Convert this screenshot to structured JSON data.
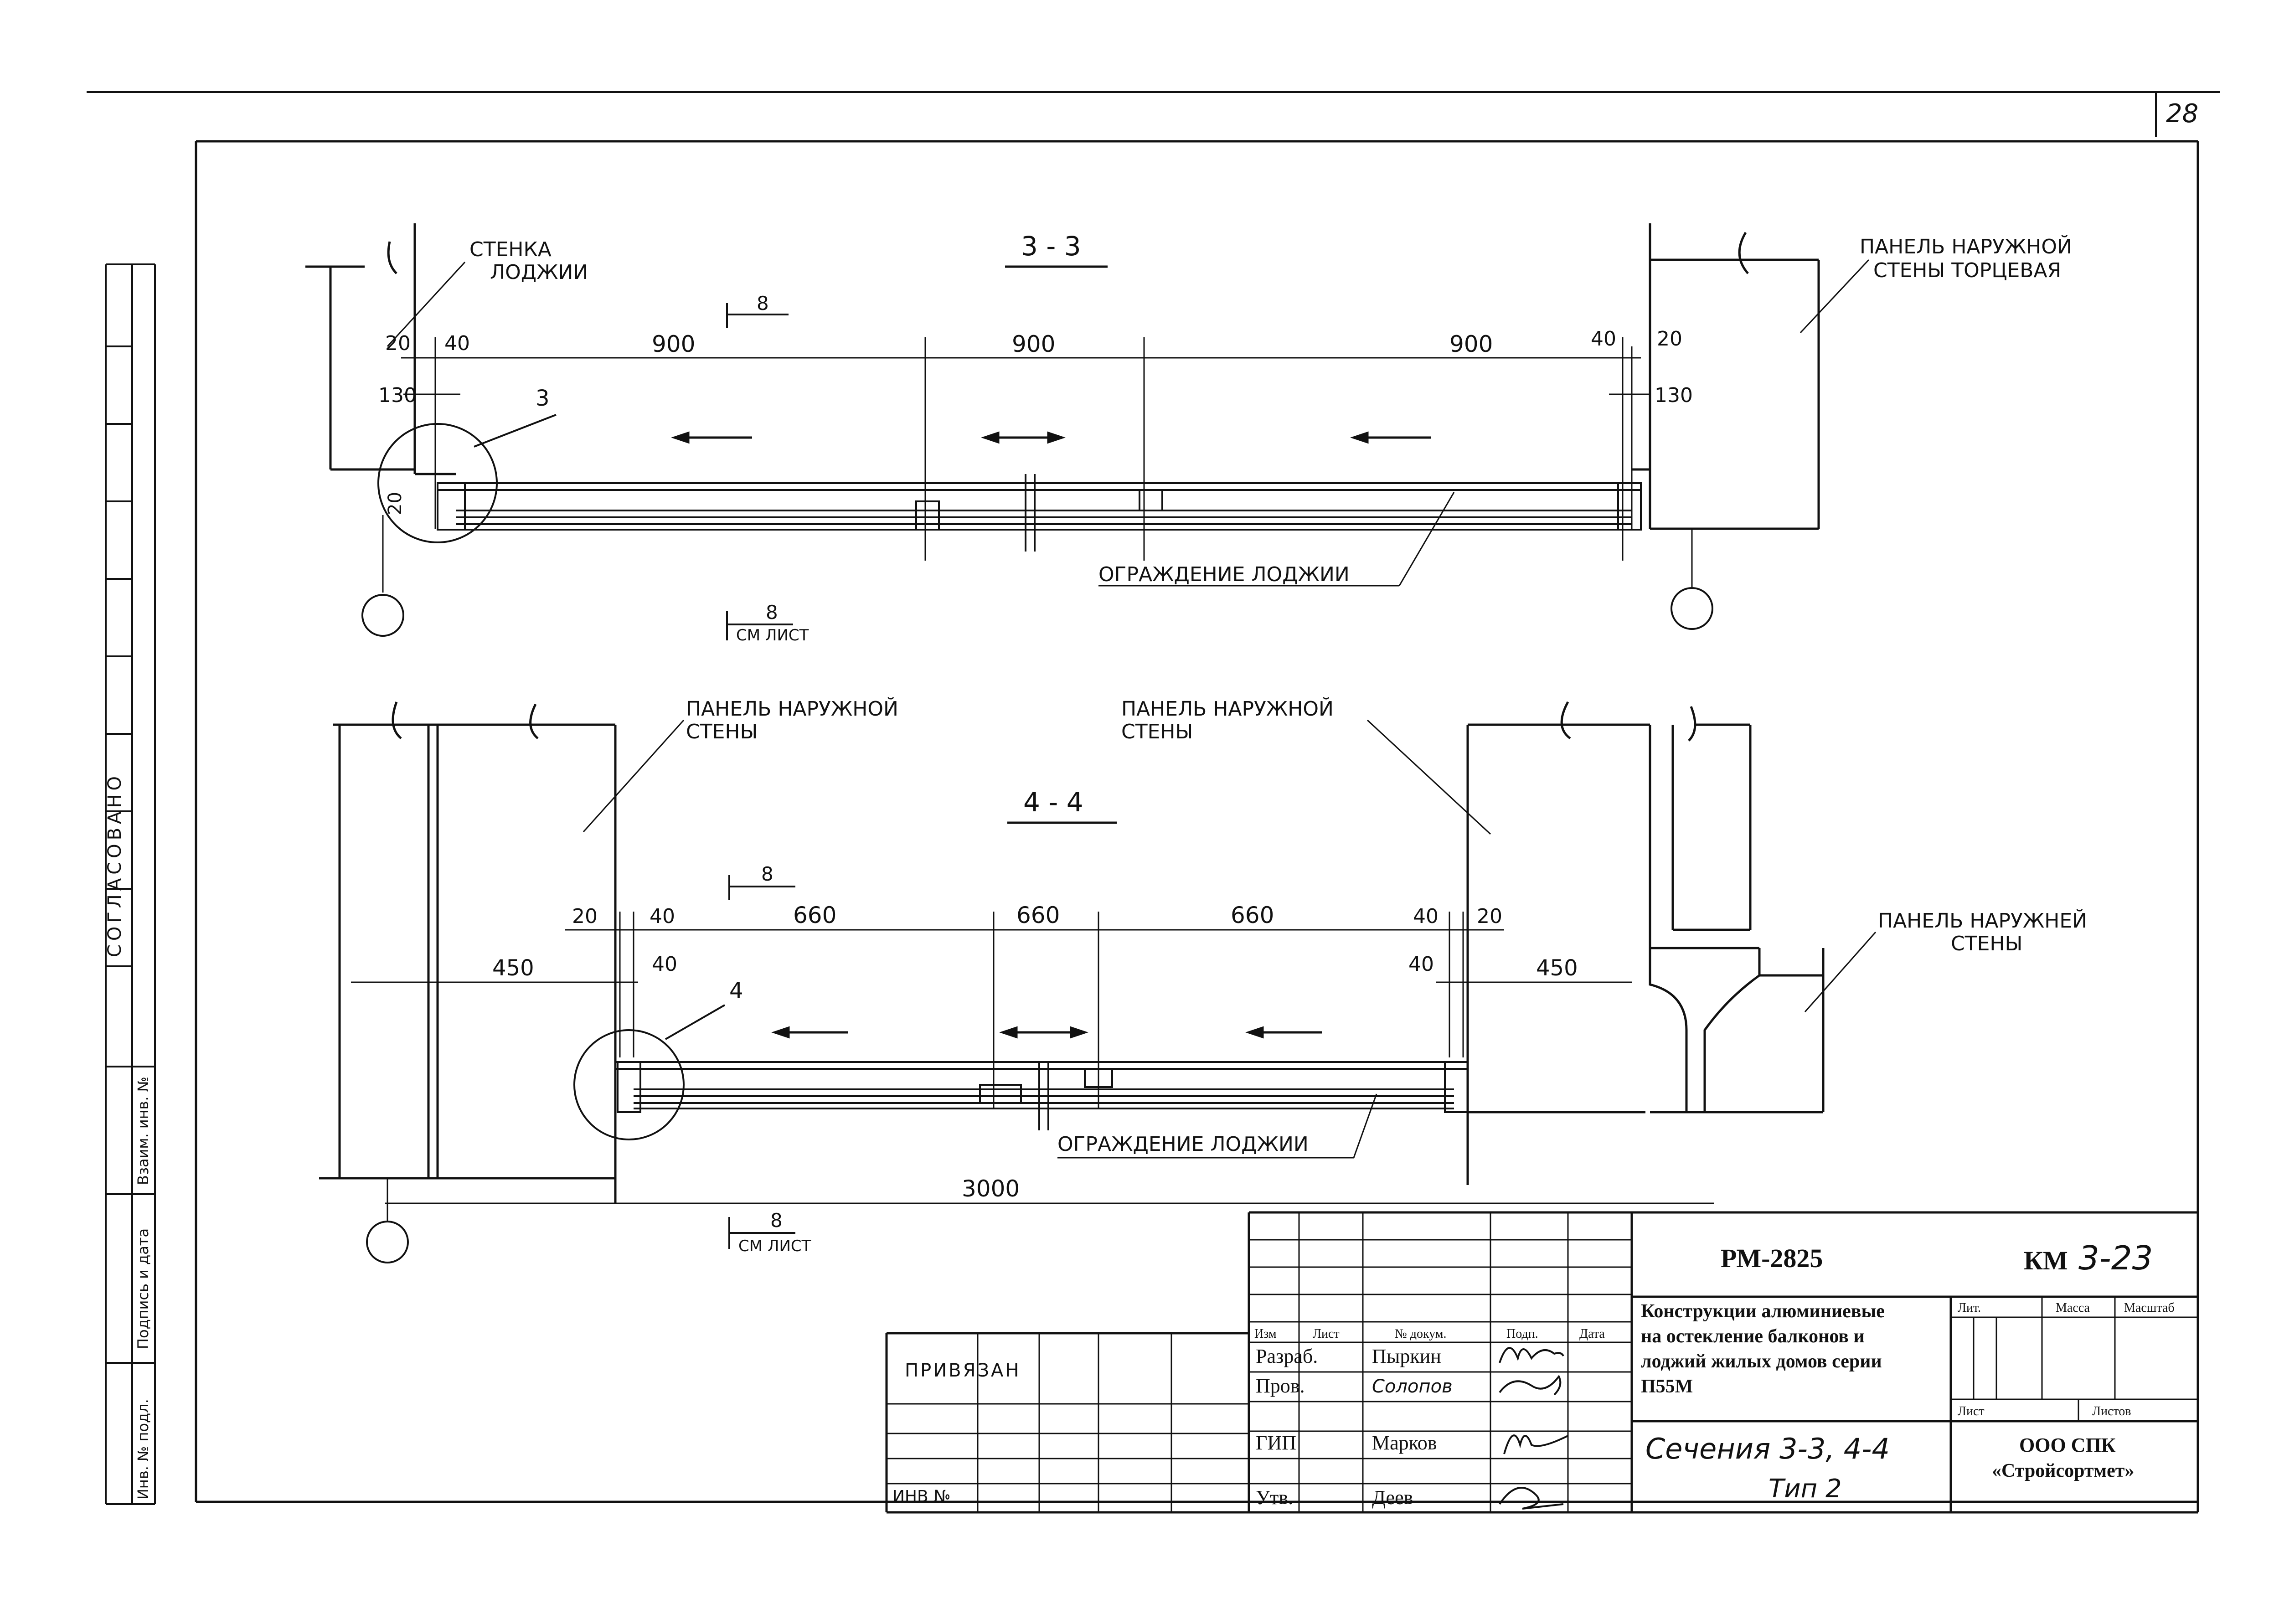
{
  "sheet_number": "28",
  "side_stamp": {
    "agreed": "СОГЛАСОВАНО",
    "exchange_inv": "Взаим. инв. №",
    "signature_date": "Подпись и дата",
    "inv_original": "Инв. № подл."
  },
  "section_33": {
    "title": "3 - 3",
    "label_wall_line1": "СТЕНКА",
    "label_wall_line2": "ЛОДЖИИ",
    "label_panel_line1": "ПАНЕЛЬ НАРУЖНОЙ",
    "label_panel_line2": "СТЕНЫ ТОРЦЕВАЯ",
    "label_fence": "ОГРАЖДЕНИЕ ЛОДЖИИ",
    "ref_sheet": "8",
    "ref_sheet_bottom": "8",
    "ref_note": "СМ ЛИСТ",
    "callout": "3",
    "dims": {
      "d20_left": "20",
      "d40_left": "40",
      "d900_a": "900",
      "d900_b": "900",
      "d900_c": "900",
      "d40_right": "40",
      "d20_right": "20",
      "d130_left": "130",
      "d130_right": "130",
      "d20_vert": "20"
    }
  },
  "section_44": {
    "title": "4 - 4",
    "label_panel_a_line1": "ПАНЕЛЬ НАРУЖНОЙ",
    "label_panel_a_line2": "СТЕНЫ",
    "label_panel_b_line1": "ПАНЕЛЬ НАРУЖНОЙ",
    "label_panel_b_line2": "СТЕНЫ",
    "label_panel_c_line1": "ПАНЕЛЬ НАРУЖНЕЙ",
    "label_panel_c_line2": "СТЕНЫ",
    "label_fence": "ОГРАЖДЕНИЕ ЛОДЖИИ",
    "ref_sheet": "8",
    "ref_sheet_bottom": "8",
    "ref_note": "СМ ЛИСТ",
    "callout": "4",
    "dims": {
      "d20_left": "20",
      "d40_left": "40",
      "d660_a": "660",
      "d660_b": "660",
      "d660_c": "660",
      "d40_right": "40",
      "d20_right": "20",
      "d450_left": "450",
      "d40_lower_left": "40",
      "d40_lower_right": "40",
      "d450_right": "450",
      "d3000": "3000"
    }
  },
  "title_block": {
    "code": "РМ-2825",
    "mark": "КМ",
    "mark_number": "3-23",
    "description": [
      "Конструкции алюминиевые",
      "на остекление балконов и",
      "лоджий жилых домов серии",
      "П55М"
    ],
    "sheet_title": "Сечения 3-3, 4-4",
    "sheet_type": "Тип 2",
    "company_line1": "ООО СПК",
    "company_line2": "«Стройсортмет»",
    "header": {
      "izm": "Изм",
      "list": "Лист",
      "doc": "№ докум.",
      "sign": "Подп.",
      "date": "Дата"
    },
    "rows": [
      {
        "role": "Разраб.",
        "name": "Пыркин"
      },
      {
        "role": "Пров.",
        "name": "Солопов"
      },
      {
        "role": "ГИП",
        "name": "Марков"
      },
      {
        "role": "Утв.",
        "name": "Деев"
      }
    ],
    "lit": "Лит.",
    "massa": "Масса",
    "scale": "Масштаб",
    "list_label": "Лист",
    "listov_label": "Листов",
    "attached": "ПРИВЯЗАН",
    "inv_no": "ИНВ №"
  }
}
